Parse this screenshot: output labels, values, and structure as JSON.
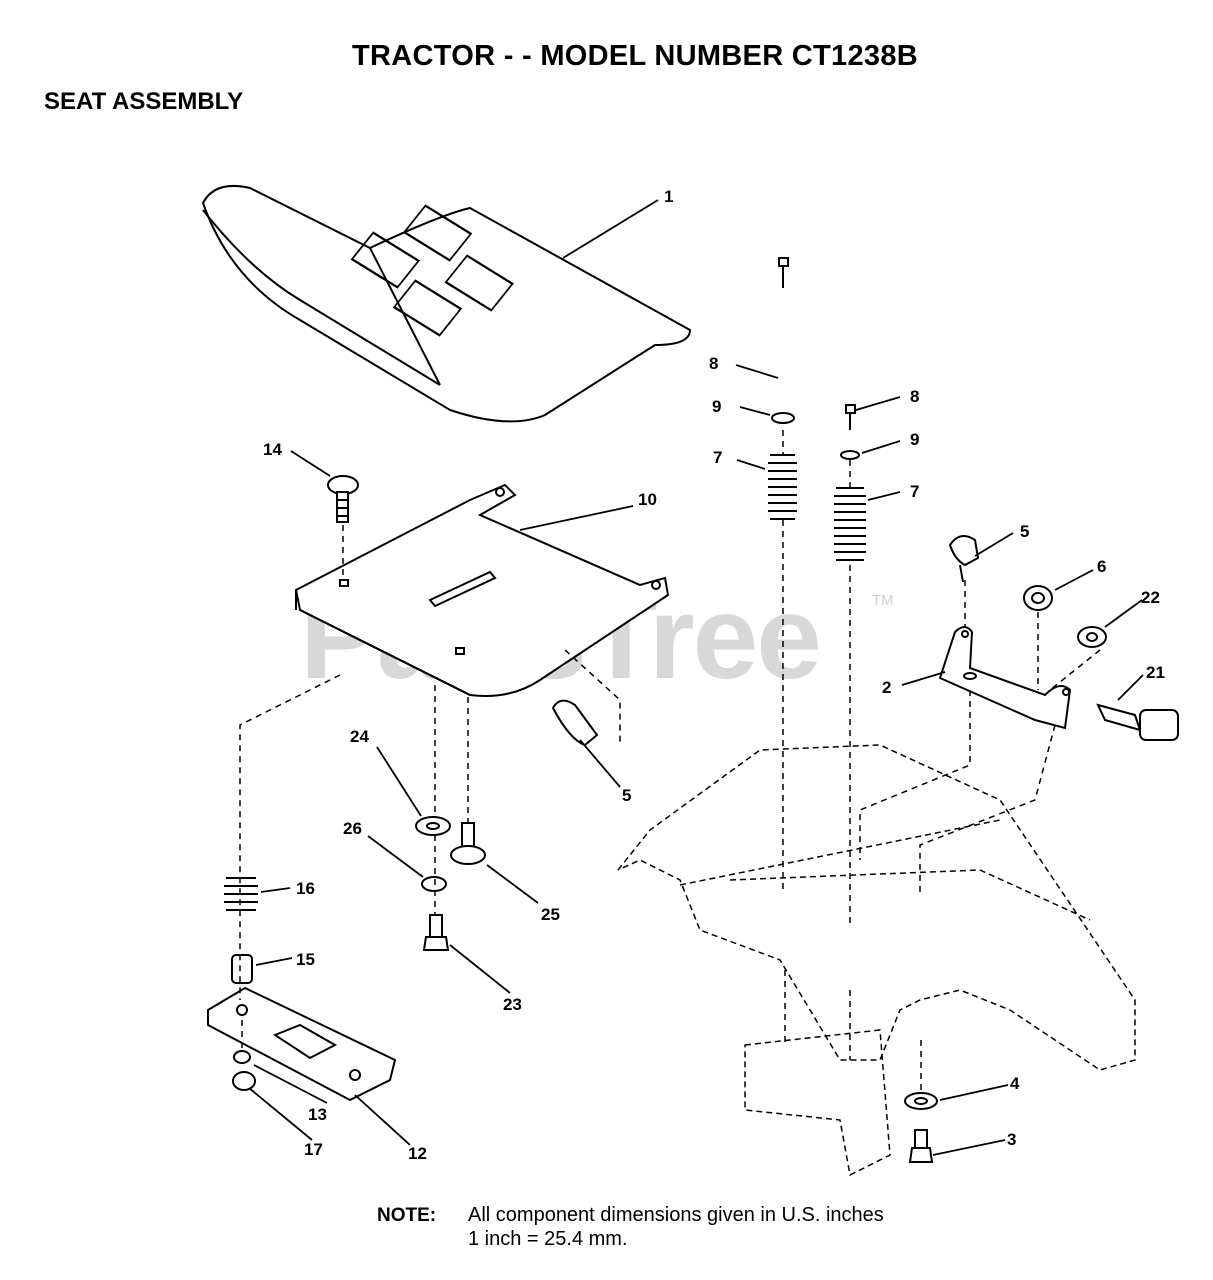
{
  "header": {
    "title": "TRACTOR - - MODEL NUMBER CT1238B",
    "subtitle": "SEAT ASSEMBLY"
  },
  "watermark": {
    "text": "PartsTree",
    "tm": "TM"
  },
  "callouts": {
    "c1": "1",
    "c2": "2",
    "c3": "3",
    "c4": "4",
    "c5a": "5",
    "c5b": "5",
    "c6": "6",
    "c7a": "7",
    "c7b": "7",
    "c8a": "8",
    "c8b": "8",
    "c9a": "9",
    "c9b": "9",
    "c10": "10",
    "c12": "12",
    "c13": "13",
    "c14": "14",
    "c15": "15",
    "c16": "16",
    "c17": "17",
    "c21": "21",
    "c22": "22",
    "c23": "23",
    "c24": "24",
    "c25": "25",
    "c26": "26"
  },
  "note": {
    "label": "NOTE:",
    "line1": "All component dimensions given in U.S. inches",
    "line2": "1 inch = 25.4 mm."
  }
}
